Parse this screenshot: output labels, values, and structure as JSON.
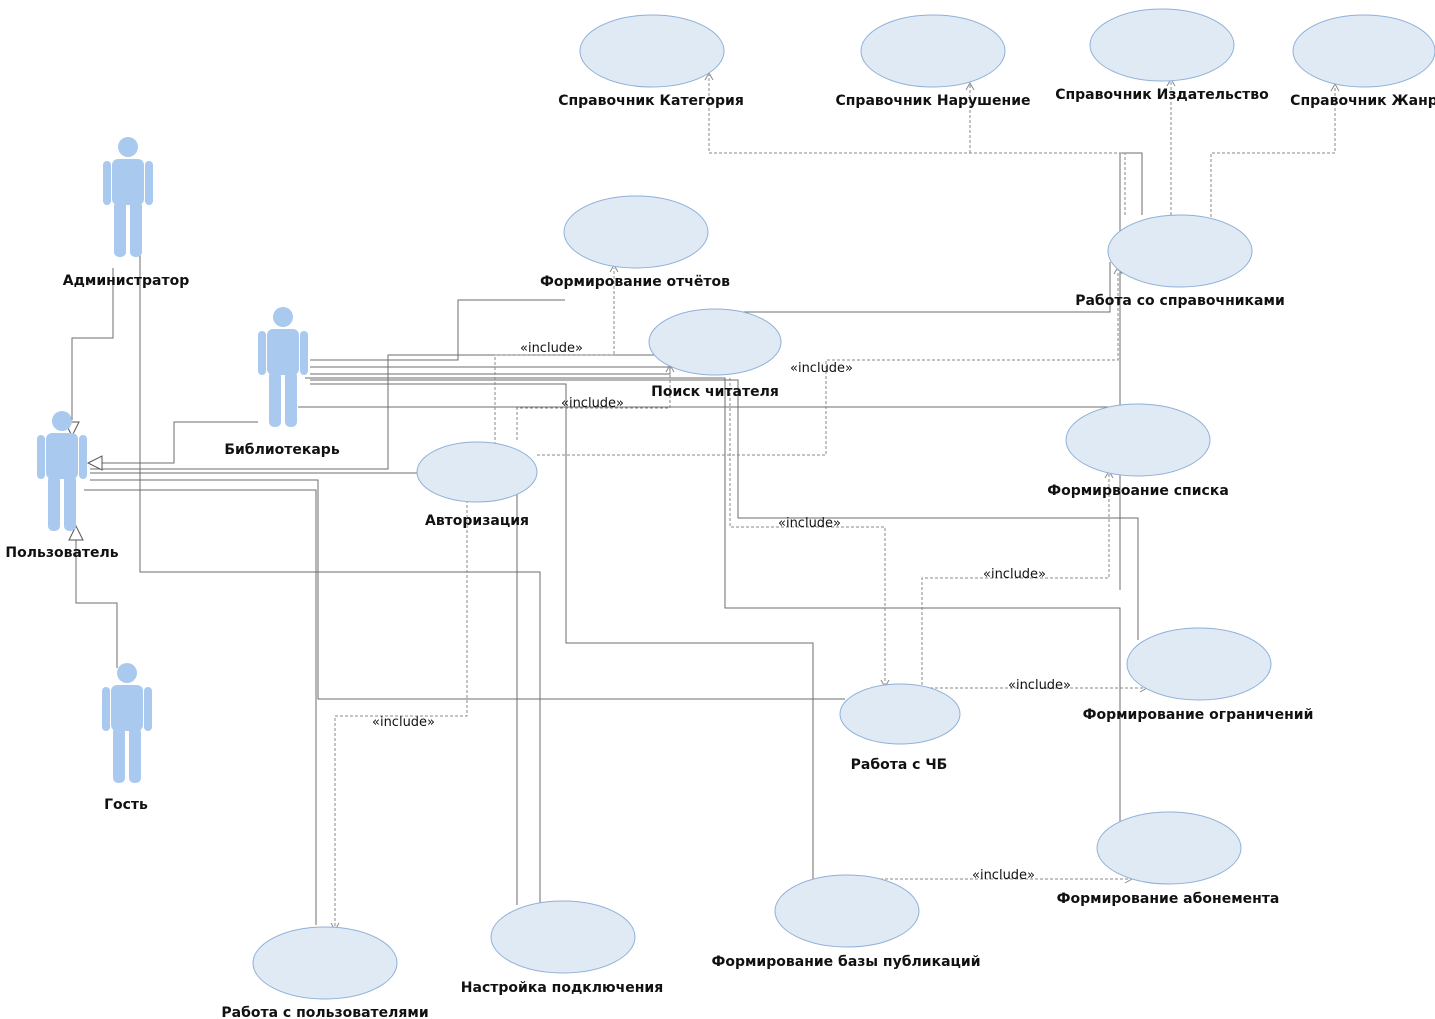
{
  "actors": [
    {
      "id": "admin",
      "label": "Администратор"
    },
    {
      "id": "librarian",
      "label": "Библиотекарь"
    },
    {
      "id": "user",
      "label": "Пользователь"
    },
    {
      "id": "guest",
      "label": "Гость"
    }
  ],
  "use_cases": [
    {
      "id": "cat",
      "label": "Справочник Категория"
    },
    {
      "id": "viol",
      "label": "Справочник Нарушение"
    },
    {
      "id": "pub",
      "label": "Справочник Издательство"
    },
    {
      "id": "genre",
      "label": "Справочник Жанр"
    },
    {
      "id": "reports",
      "label": "Формирование отчётов"
    },
    {
      "id": "refs",
      "label": "Работа со справочниками"
    },
    {
      "id": "search",
      "label": "Поиск читателя"
    },
    {
      "id": "list",
      "label": "Формирвоание списка"
    },
    {
      "id": "auth",
      "label": "Авторизация"
    },
    {
      "id": "limits",
      "label": "Формирование ограничений"
    },
    {
      "id": "chb",
      "label": "Работа с  ЧБ"
    },
    {
      "id": "subscr",
      "label": "Формирование абонемента"
    },
    {
      "id": "pubdb",
      "label": "Формирование базы публикаций"
    },
    {
      "id": "conn",
      "label": "Настройка подключения"
    },
    {
      "id": "users",
      "label": "Работа с пользователями"
    }
  ],
  "include_label": "«include»",
  "colors": {
    "use_case_fill": "#e0eaf5",
    "use_case_stroke": "#8fb0d8",
    "actor": "#a9c9ef"
  }
}
